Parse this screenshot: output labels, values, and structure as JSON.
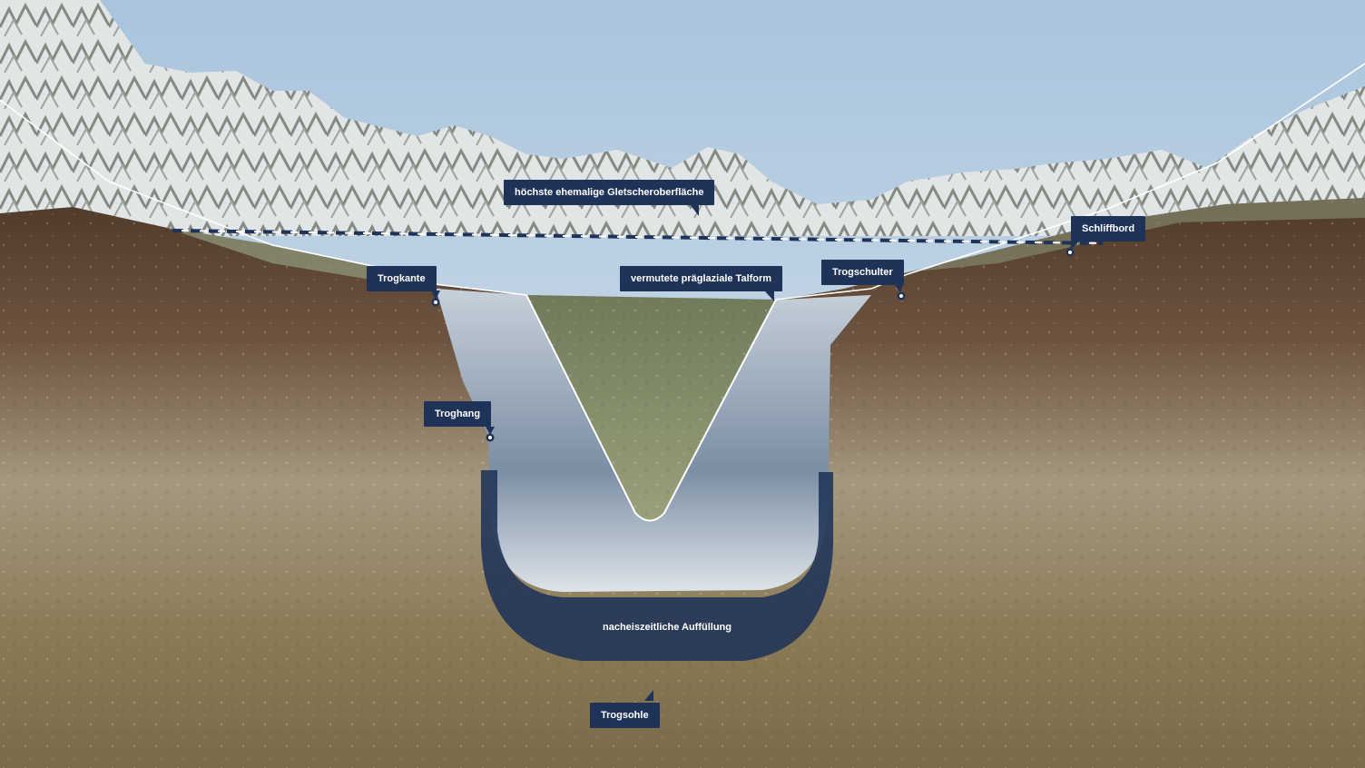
{
  "labels": {
    "glacier_surface": "höchste ehemalige Gletscheroberfläche",
    "schliffbord": "Schliffbord",
    "trogkante": "Trogkante",
    "preglacial": "vermutete präglaziale Talform",
    "trogschulter": "Trogschulter",
    "troghang": "Troghang",
    "fill": "nacheiszeitliche Auffüllung",
    "trogsohle": "Trogsohle"
  },
  "colors": {
    "label_bg": "#1f3358",
    "label_text": "#ffffff",
    "sky": "#b9cfe0",
    "fill": "#1f3358"
  }
}
